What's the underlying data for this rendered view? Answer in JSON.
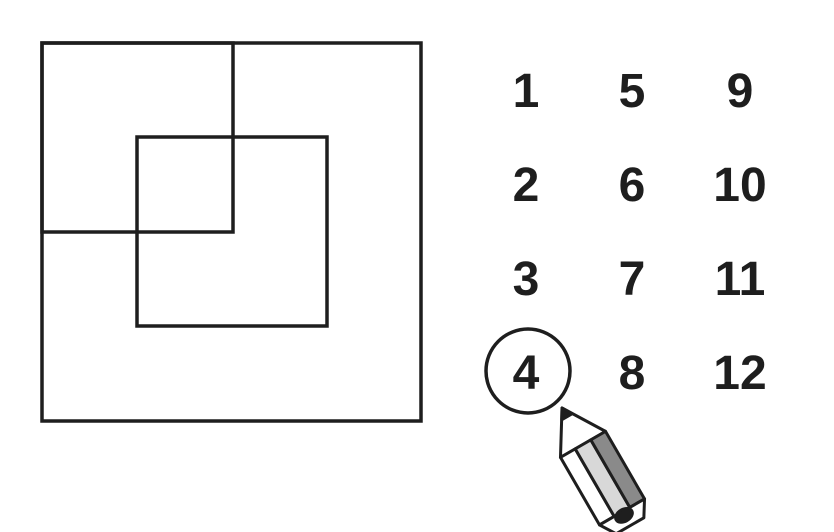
{
  "puzzle": {
    "answer_options": [
      "1",
      "2",
      "3",
      "4",
      "5",
      "6",
      "7",
      "8",
      "9",
      "10",
      "11",
      "12"
    ],
    "selected_answer": "4"
  },
  "colors": {
    "line": "#1e1e1e",
    "pencil_light": "#d8d8d8",
    "pencil_mid": "#c4c4c4",
    "pencil_dark": "#8a8a8a"
  }
}
